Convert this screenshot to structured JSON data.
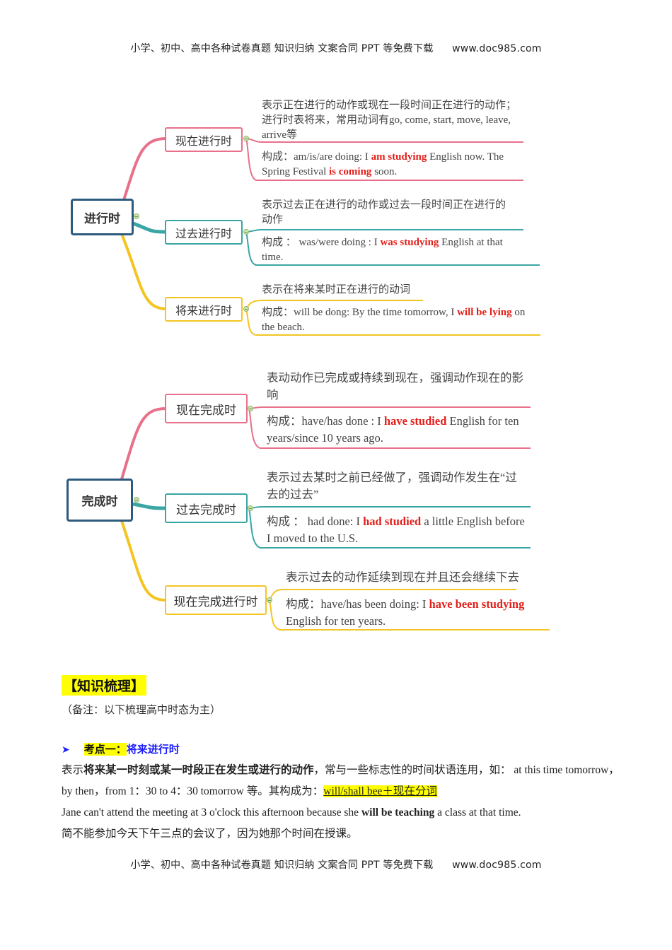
{
  "header": {
    "text": "小学、初中、高中各种试卷真题  知识归纳  文案合同  PPT 等免费下载",
    "site": "www.doc985.com"
  },
  "footer": {
    "text": "小学、初中、高中各种试卷真题  知识归纳  文案合同  PPT 等免费下载",
    "site": "www.doc985.com"
  },
  "mindmap1": {
    "root": "进行时",
    "branches": [
      {
        "topic": "现在进行时",
        "color": "#e8708a",
        "desc": "表示正在进行的动作或现在一段时间正在进行的动作；进行时表将来，常用动词有go, come, start, move, leave, arrive等",
        "form_prefix": "构成：am/is/are doing: I ",
        "form_hl1": "am studying",
        "form_mid": " English now. The Spring Festival ",
        "form_hl2": "is coming",
        "form_suffix": " soon."
      },
      {
        "topic": "过去进行时",
        "color": "#3aa5a5",
        "desc": "表示过去正在进行的动作或过去一段时间正在进行的动作",
        "form_prefix": "构成 ： was/were doing : I ",
        "form_hl1": "was studying",
        "form_suffix": " English at that time."
      },
      {
        "topic": "将来进行时",
        "color": "#f3c522",
        "desc": "表示在将来某时正在进行的动词",
        "form_prefix": "构成：will be dong: By the time tomorrow, I ",
        "form_hl1": "will be lying",
        "form_suffix": " on the beach."
      }
    ]
  },
  "mindmap2": {
    "root": "完成时",
    "branches": [
      {
        "topic": "现在完成时",
        "color": "#e8708a",
        "desc": "表动动作已完成或持续到现在，强调动作现在的影响",
        "form_prefix": "构成：have/has done : I ",
        "form_hl1": "have studied",
        "form_suffix": " English for ten years/since 10 years ago."
      },
      {
        "topic": "过去完成时",
        "color": "#3aa5a5",
        "desc": "表示过去某时之前已经做了，强调动作发生在“过去的过去”",
        "form_prefix": "构成 ： had done: I ",
        "form_hl1": "had studied",
        "form_suffix": " a little English before I moved to the  U.S."
      },
      {
        "topic": "现在完成进行时",
        "color": "#f3c522",
        "desc": "表示过去的动作延续到现在并且还会继续下去",
        "form_prefix": "构成：have/has been doing: I ",
        "form_hl1": "have been studying",
        "form_suffix": " English for ten years."
      }
    ]
  },
  "section": {
    "title": "【知识梳理】",
    "note": "（备注：以下梳理高中时态为主）",
    "point": {
      "bullet": "➤",
      "label": "考点一：",
      "title": "将来进行时"
    },
    "para1_a": "表示",
    "para1_bold": "将来某一时刻或某一时段正在发生或进行的动作",
    "para1_b": "，常与一些标志性的时间状语连用，如： at this time tomorrow，by then，from 1：30 to 4：30 tomorrow 等。其构成为：",
    "formula": "will/shall bee＋现在分词",
    "example_a": "Jane can't attend the meeting at 3 o'clock this afternoon because she ",
    "example_bold": "will be teaching",
    "example_b": " a class at that time.",
    "translation": "简不能参加今天下午三点的会议了，因为她那个时间在授课。"
  }
}
